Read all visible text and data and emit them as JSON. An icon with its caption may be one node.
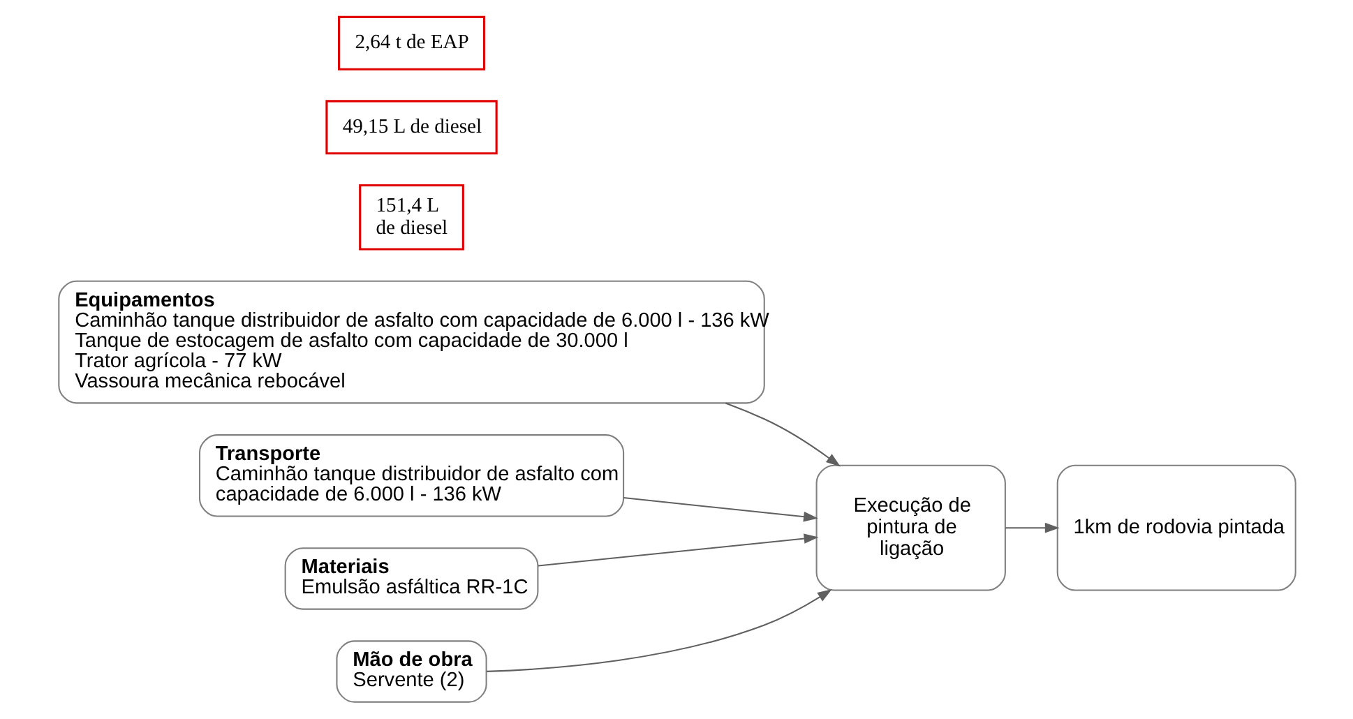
{
  "diagram": {
    "nodes": [
      {
        "text": [
          "Equipamentos",
          "Caminhão tanque distribuidor de asfalto com capacidade de 6.000 l - 136 kW",
          "Tanque de estocagem de asfalto com capacidade de 30.000 l",
          "Trator agrícola - 77 kW",
          "Vassoura mecânica rebocável"
        ]
      },
      {
        "text": [
          "151,4 L de diesel"
        ]
      },
      {
        "text": [
          "49,15 L de diesel"
        ]
      },
      {
        "text": [
          "Transporte",
          "Caminhão tanque distribuidor de asfalto com capacidade de 6.000 l - 136 kW"
        ]
      },
      {
        "text": [
          "Materiais",
          "Emulsão asfáltica RR-1C"
        ]
      },
      {
        "text": [
          "2,64 t de EAP"
        ]
      },
      {
        "text": [
          "Execução de pintura de ligação"
        ]
      },
      {
        "text": [
          "1km de rodovia pintada"
        ]
      },
      {
        "text": [
          "Mão de obra",
          "Servente (2)"
        ]
      }
    ],
    "edges": [
      {
        "from": 0,
        "to": 6,
        "arrow": "to"
      },
      {
        "from": 3,
        "to": 6,
        "arrow": "to"
      },
      {
        "from": 4,
        "to": 6,
        "arrow": "to"
      },
      {
        "from": 6,
        "to": 7,
        "arrow": "to"
      },
      {
        "from": 8,
        "to": 6,
        "arrow": "to"
      }
    ]
  }
}
